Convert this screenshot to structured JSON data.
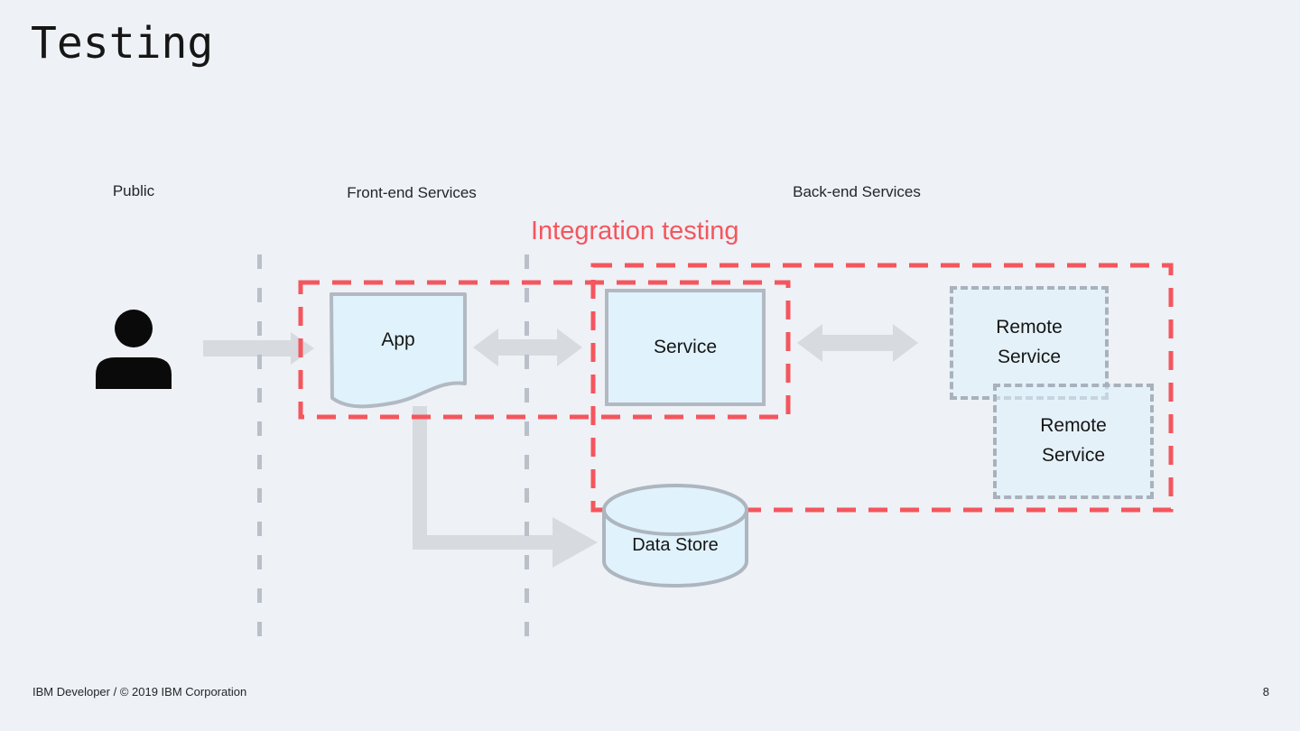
{
  "slide": {
    "title": "Testing",
    "footer": "IBM Developer / © 2019 IBM Corporation",
    "page_number": "8"
  },
  "lanes": {
    "public": "Public",
    "frontend": "Front-end Services",
    "backend": "Back-end Services"
  },
  "annotation": {
    "integration_testing": "Integration testing"
  },
  "nodes": {
    "app": "App",
    "service": "Service",
    "remote_service_top": "Remote Service",
    "remote_service_bottom": "Remote Service",
    "data_store": "Data Store"
  },
  "icons": {
    "user": "user-icon",
    "flow_public_to_app": "arrow-right-icon",
    "flow_app_service": "arrow-double-horizontal-icon",
    "flow_service_remote": "arrow-double-horizontal-icon",
    "flow_app_to_datastore": "arrow-elbow-right-icon"
  },
  "colors": {
    "background": "#eef1f5",
    "accent_red": "#f4565e",
    "lane_dash_gray": "#b9c0c9",
    "node_fill": "#e0f2fc",
    "node_border": "#b2b9c2",
    "remote_fill": "rgba(223,241,252,0.55)",
    "arrow_gray": "#d7dade",
    "text_dark": "#161616"
  }
}
